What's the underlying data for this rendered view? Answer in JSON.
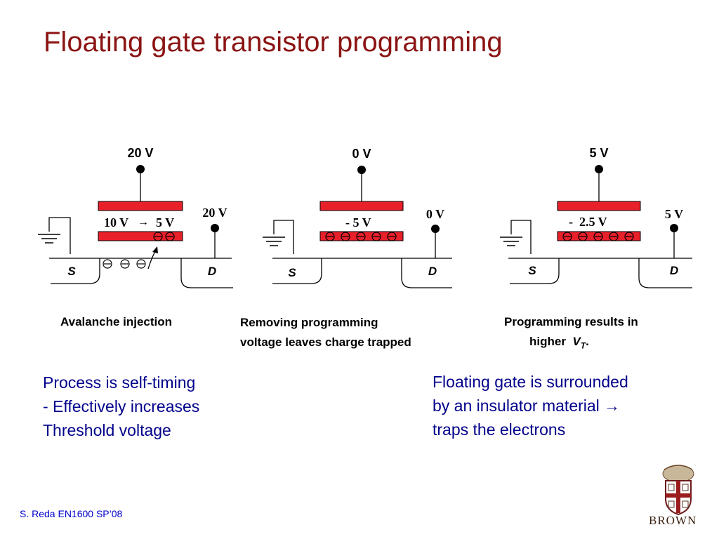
{
  "title": "Floating gate transistor programming",
  "labels": {
    "source": "S",
    "drain": "D"
  },
  "diagrams": [
    {
      "gate_voltage": "20 V",
      "drain_voltage": "20 V",
      "fg_voltage": "10 V",
      "fg_arrow": "→",
      "fg_voltage_after": "5 V",
      "caption_lines": [
        "Avalanche injection"
      ]
    },
    {
      "gate_voltage": "0 V",
      "drain_voltage": "0 V",
      "fg_voltage": "- 5 V",
      "caption_lines": [
        "Removing programming",
        "voltage leaves charge trapped"
      ]
    },
    {
      "gate_voltage": "5 V",
      "drain_voltage": "5 V",
      "fg_voltage": "-  2.5 V",
      "caption_lines": [
        "Programming results in",
        "higher"
      ]
    }
  ],
  "caption3_vt": "V",
  "caption3_vt_sub": "T",
  "caption3_end": ".",
  "left_text": [
    "Process is self-timing",
    "- Effectively increases",
    "Threshold voltage"
  ],
  "right_text": [
    "Floating gate is surrounded",
    "by an insulator material →",
    "traps the electrons"
  ],
  "footer": "S. Reda EN1600 SP’08",
  "logo_text": "BROWN",
  "colors": {
    "title": "#8b1414",
    "gate": "#e8202a",
    "body_text": "#00008b",
    "footer": "#0000cc"
  }
}
